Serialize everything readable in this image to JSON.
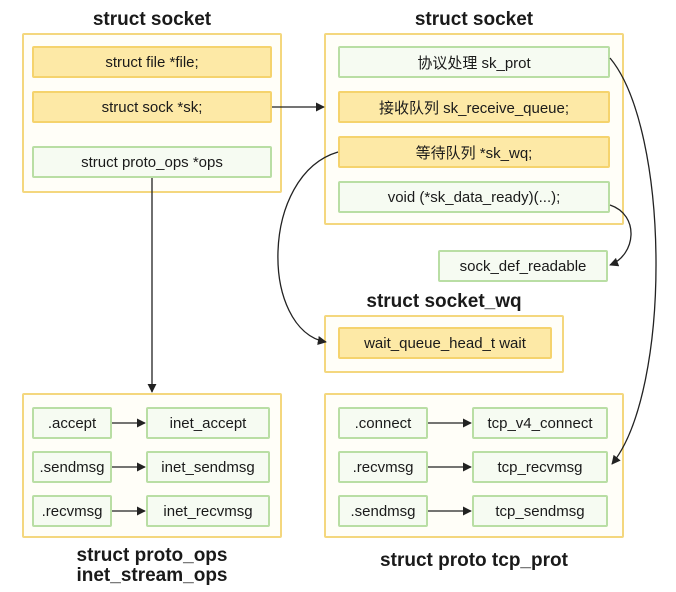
{
  "socket": {
    "title": "struct socket",
    "file": "struct file *file;",
    "sk": "struct sock *sk;",
    "ops": "struct proto_ops *ops"
  },
  "sock": {
    "title": "struct socket",
    "prot": "协议处理 sk_prot",
    "receive_queue": "接收队列 sk_receive_queue;",
    "wq": "等待队列 *sk_wq;",
    "data_ready": "void  (*sk_data_ready)(...);"
  },
  "def_readable": "sock_def_readable",
  "socket_wq": {
    "title": "struct socket_wq",
    "wait": "wait_queue_head_t wait"
  },
  "proto_ops": {
    "title_line1": "struct proto_ops",
    "title_line2": "inet_stream_ops",
    "rows": [
      {
        "key": ".accept",
        "value": "inet_accept"
      },
      {
        "key": ".sendmsg",
        "value": "inet_sendmsg"
      },
      {
        "key": ".recvmsg",
        "value": "inet_recvmsg"
      }
    ]
  },
  "tcp_prot": {
    "title": "struct proto tcp_prot",
    "rows": [
      {
        "key": ".connect",
        "value": "tcp_v4_connect"
      },
      {
        "key": ".recvmsg",
        "value": "tcp_recvmsg"
      },
      {
        "key": ".sendmsg",
        "value": "tcp_sendmsg"
      }
    ]
  }
}
